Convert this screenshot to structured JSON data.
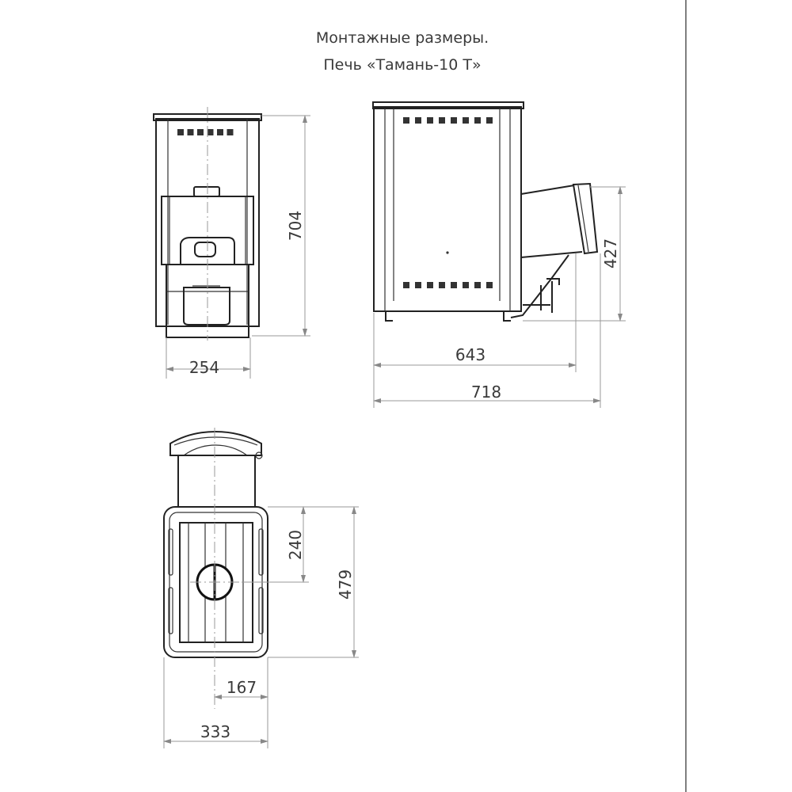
{
  "title": {
    "line1": "Монтажные размеры.",
    "line2": "Печь «Тамань-10 Т»"
  },
  "front_view": {
    "height_dim": "704",
    "width_dim": "254"
  },
  "side_view": {
    "flue_height_dim": "427",
    "body_depth_dim": "643",
    "total_depth_dim": "718"
  },
  "top_view": {
    "flue_offset_dim": "240",
    "total_length_dim": "479",
    "flue_side_dim": "167",
    "width_dim": "333"
  }
}
